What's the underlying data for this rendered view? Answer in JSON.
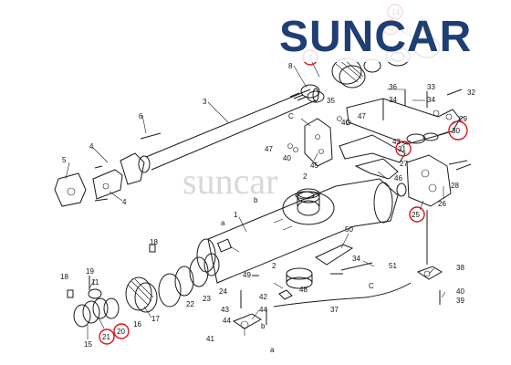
{
  "brand": {
    "text": "SUNCAR",
    "color": "#1f3f74",
    "watermark": "suncar"
  },
  "highlight_color": "#d9141b",
  "callouts": [
    {
      "id": "c14",
      "label": "14",
      "highlighted": true
    },
    {
      "id": "c12",
      "label": "12",
      "highlighted": true
    },
    {
      "id": "c7",
      "label": "7",
      "highlighted": true
    },
    {
      "id": "c8",
      "label": "8",
      "highlighted": false
    },
    {
      "id": "c3",
      "label": "3",
      "highlighted": false
    },
    {
      "id": "c6",
      "label": "6",
      "highlighted": false
    },
    {
      "id": "c4a",
      "label": "4",
      "highlighted": false
    },
    {
      "id": "c4b",
      "label": "4",
      "highlighted": false
    },
    {
      "id": "c5",
      "label": "5",
      "highlighted": false
    },
    {
      "id": "c36",
      "label": "36",
      "highlighted": false
    },
    {
      "id": "c33",
      "label": "33",
      "highlighted": false
    },
    {
      "id": "c34a",
      "label": "34",
      "highlighted": false
    },
    {
      "id": "c34b",
      "label": "34",
      "highlighted": false
    },
    {
      "id": "c32",
      "label": "32",
      "highlighted": false
    },
    {
      "id": "c35",
      "label": "35",
      "highlighted": false
    },
    {
      "id": "c29",
      "label": "29",
      "highlighted": false
    },
    {
      "id": "c30",
      "label": "30",
      "highlighted": true
    },
    {
      "id": "c31",
      "label": "31",
      "highlighted": true
    },
    {
      "id": "cC1",
      "label": "C",
      "highlighted": false
    },
    {
      "id": "c40a",
      "label": "40",
      "highlighted": false
    },
    {
      "id": "c47a",
      "label": "47",
      "highlighted": false
    },
    {
      "id": "c47b",
      "label": "47",
      "highlighted": false
    },
    {
      "id": "c40b",
      "label": "40",
      "highlighted": false
    },
    {
      "id": "c45",
      "label": "45",
      "highlighted": false
    },
    {
      "id": "c43a",
      "label": "43",
      "highlighted": false
    },
    {
      "id": "c46",
      "label": "46",
      "highlighted": false
    },
    {
      "id": "c27",
      "label": "27",
      "highlighted": false
    },
    {
      "id": "c28",
      "label": "28",
      "highlighted": false
    },
    {
      "id": "c26",
      "label": "26",
      "highlighted": false
    },
    {
      "id": "c25",
      "label": "25",
      "highlighted": true
    },
    {
      "id": "cb1",
      "label": "b",
      "highlighted": false
    },
    {
      "id": "ca1",
      "label": "a",
      "highlighted": false
    },
    {
      "id": "c1",
      "label": "1",
      "highlighted": false
    },
    {
      "id": "c2a",
      "label": "2",
      "highlighted": false
    },
    {
      "id": "c50",
      "label": "50",
      "highlighted": false
    },
    {
      "id": "c34c",
      "label": "34",
      "highlighted": false
    },
    {
      "id": "c51",
      "label": "51",
      "highlighted": false
    },
    {
      "id": "c38",
      "label": "38",
      "highlighted": false
    },
    {
      "id": "c18",
      "label": "18",
      "highlighted": false
    },
    {
      "id": "c19",
      "label": "19",
      "highlighted": false
    },
    {
      "id": "c18b",
      "label": "18",
      "highlighted": false
    },
    {
      "id": "c11",
      "label": "11",
      "highlighted": false
    },
    {
      "id": "c16",
      "label": "16",
      "highlighted": false
    },
    {
      "id": "c17",
      "label": "17",
      "highlighted": false
    },
    {
      "id": "c15",
      "label": "15",
      "highlighted": false
    },
    {
      "id": "c21",
      "label": "21",
      "highlighted": true
    },
    {
      "id": "c20",
      "label": "20",
      "highlighted": true
    },
    {
      "id": "c22",
      "label": "22",
      "highlighted": false
    },
    {
      "id": "c23",
      "label": "23",
      "highlighted": false
    },
    {
      "id": "c24",
      "label": "24",
      "highlighted": false
    },
    {
      "id": "c49",
      "label": "49",
      "highlighted": false
    },
    {
      "id": "c2b",
      "label": "2",
      "highlighted": false
    },
    {
      "id": "c42",
      "label": "42",
      "highlighted": false
    },
    {
      "id": "c43b",
      "label": "43",
      "highlighted": false
    },
    {
      "id": "c44a",
      "label": "44",
      "highlighted": false
    },
    {
      "id": "c44b",
      "label": "44",
      "highlighted": false
    },
    {
      "id": "c48",
      "label": "48",
      "highlighted": false
    },
    {
      "id": "c37",
      "label": "37",
      "highlighted": false
    },
    {
      "id": "cC2",
      "label": "C",
      "highlighted": false
    },
    {
      "id": "c40c",
      "label": "40",
      "highlighted": false
    },
    {
      "id": "c39",
      "label": "39",
      "highlighted": false
    },
    {
      "id": "c41",
      "label": "41",
      "highlighted": false
    },
    {
      "id": "cb2",
      "label": "b",
      "highlighted": false
    },
    {
      "id": "ca2",
      "label": "a",
      "highlighted": false
    }
  ]
}
